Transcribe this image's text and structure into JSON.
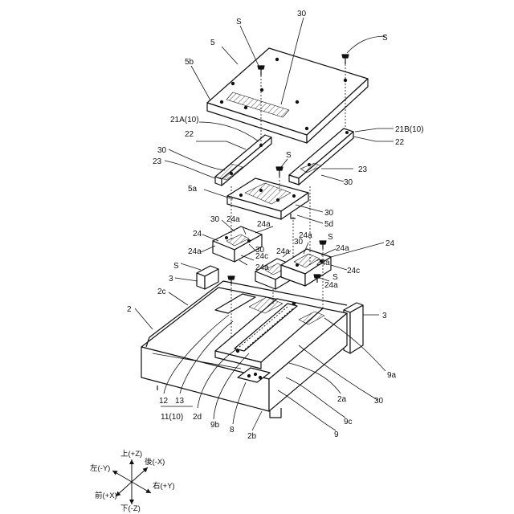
{
  "labels": {
    "l30_top": "30",
    "lS_a": "S",
    "lS_b": "S",
    "l5": "5",
    "l5b": "5b",
    "l21A": "21A(10)",
    "l21B": "21B(10)",
    "l22_a": "22",
    "l22_b": "22",
    "l30_a": "30",
    "l23_a": "23",
    "lS_c": "S",
    "l23_b": "23",
    "l30_b": "30",
    "l5a": "5a",
    "l30_c": "30",
    "l5d": "5d",
    "l30_d": "30",
    "l24a_1": "24a",
    "l24a_2": "24a",
    "l24_a": "24",
    "l24a_3": "24a",
    "l30_e": "30",
    "l24c_a": "24c",
    "l24a_4": "24a",
    "l30_f": "30",
    "l24a_5": "24a",
    "lS_d": "S",
    "l24a_6": "24a",
    "l24_b": "24",
    "l24a_7": "24a",
    "l24a_8": "24a",
    "l24c_b": "24c",
    "lS_e": "S",
    "lS_f": "S",
    "l24a_9": "24a",
    "l3_a": "3",
    "l3_b": "3",
    "l2c": "2c",
    "l2": "2",
    "l12": "12",
    "l13": "13",
    "l11": "11(10)",
    "l2d": "2d",
    "l9b": "9b",
    "l8": "8",
    "l2b": "2b",
    "l9a": "9a",
    "l2a": "2a",
    "l30_g": "30",
    "l9c": "9c",
    "l9": "9"
  },
  "axes": {
    "up": "上(+Z)",
    "back": "後(-X)",
    "left": "左(-Y)",
    "right": "右(+Y)",
    "front": "前(+X)",
    "down": "下(-Z)"
  }
}
